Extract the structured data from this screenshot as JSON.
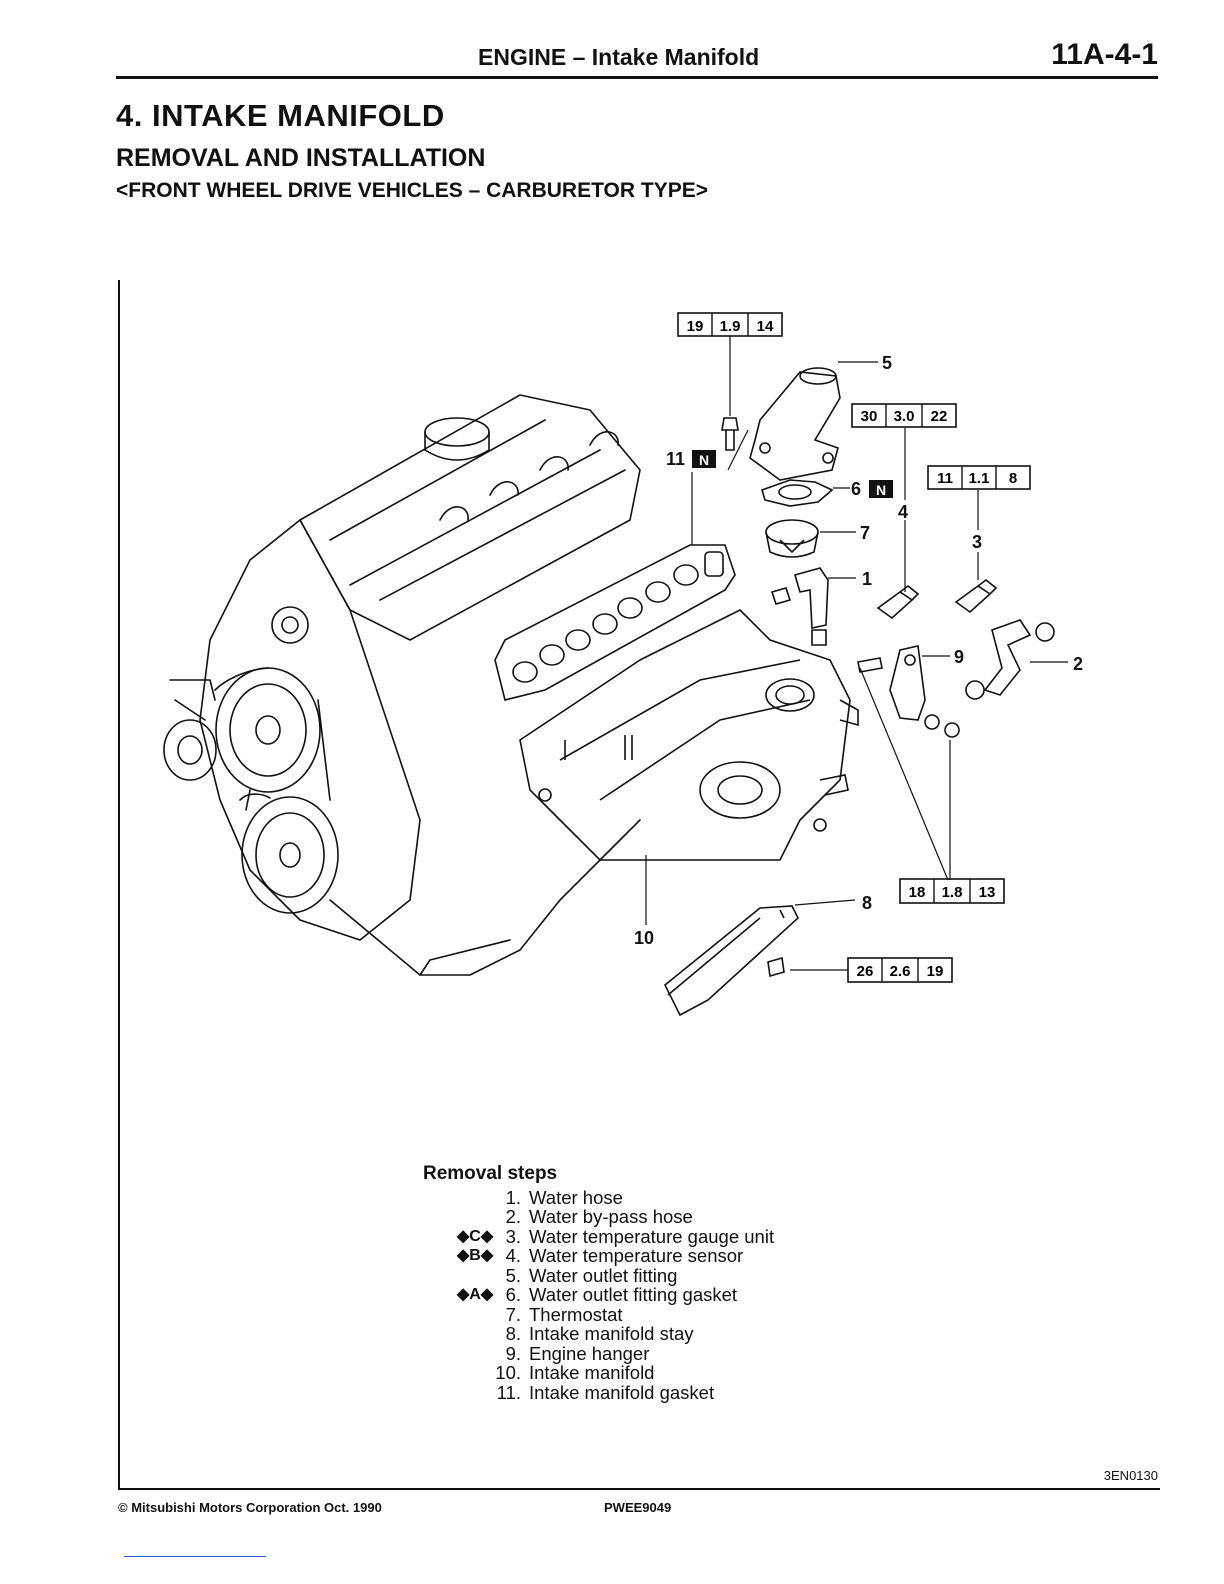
{
  "header": {
    "section": "ENGINE",
    "dash": " – ",
    "subsection": "Intake Manifold",
    "page_number": "11A-4-1"
  },
  "title": "4. INTAKE MANIFOLD",
  "subtitle": "REMOVAL AND INSTALLATION",
  "variant": "<FRONT WHEEL DRIVE VEHICLES – CARBURETOR TYPE>",
  "diagram": {
    "torque_specs": [
      {
        "nm": "19",
        "kgm": "1.9",
        "ftlbs": "14"
      },
      {
        "nm": "30",
        "kgm": "3.0",
        "ftlbs": "22"
      },
      {
        "nm": "11",
        "kgm": "1.1",
        "ftlbs": "8"
      },
      {
        "nm": "18",
        "kgm": "1.8",
        "ftlbs": "13"
      },
      {
        "nm": "26",
        "kgm": "2.6",
        "ftlbs": "19"
      }
    ],
    "callouts": [
      "1",
      "2",
      "3",
      "4",
      "5",
      "6",
      "7",
      "8",
      "9",
      "10",
      "11"
    ],
    "new_part_mark": "N",
    "drawing_code": "3EN0130"
  },
  "removal_steps": {
    "title": "Removal steps",
    "items": [
      {
        "num": "1.",
        "label": "Water hose",
        "ref": ""
      },
      {
        "num": "2.",
        "label": "Water by-pass hose",
        "ref": ""
      },
      {
        "num": "3.",
        "label": "Water temperature gauge unit",
        "ref": "◆C◆"
      },
      {
        "num": "4.",
        "label": "Water temperature sensor",
        "ref": "◆B◆"
      },
      {
        "num": "5.",
        "label": "Water outlet fitting",
        "ref": ""
      },
      {
        "num": "6.",
        "label": "Water outlet fitting gasket",
        "ref": "◆A◆"
      },
      {
        "num": "7.",
        "label": "Thermostat",
        "ref": ""
      },
      {
        "num": "8.",
        "label": "Intake manifold stay",
        "ref": ""
      },
      {
        "num": "9.",
        "label": "Engine hanger",
        "ref": ""
      },
      {
        "num": "10.",
        "label": "Intake manifold",
        "ref": ""
      },
      {
        "num": "11.",
        "label": "Intake manifold gasket",
        "ref": ""
      }
    ]
  },
  "footer": {
    "copyright": "© Mitsubishi Motors Corporation   Oct. 1990",
    "publication": "PWEE9049"
  }
}
